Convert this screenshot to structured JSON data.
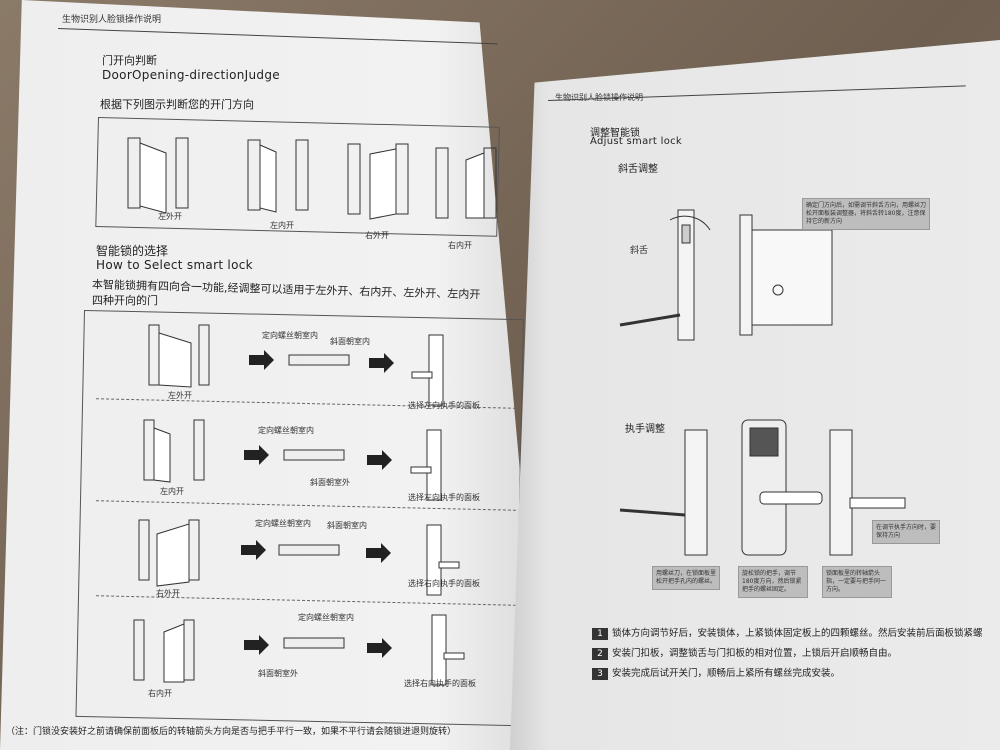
{
  "left": {
    "header": "生物识别人脸锁操作说明",
    "sec1_zh": "门开向判断",
    "sec1_en": "DoorOpening-directionJudge",
    "sec1_desc": "根据下列图示判断您的开门方向",
    "door_labels": [
      "左外开",
      "左内开",
      "右外开",
      "右内开"
    ],
    "sec2_zh": "智能锁的选择",
    "sec2_en": "How to Select smart lock",
    "sec2_desc1": "本智能锁拥有四向合一功能,经调整可以适用于左外开、右内开、左外开、左内开",
    "sec2_desc2": "四种开向的门",
    "rows": [
      {
        "door": "左外开",
        "screw1": "定向螺丝朝室内",
        "screw2": "斜面朝室内",
        "handle": "选择左向执手的面板"
      },
      {
        "door": "左内开",
        "screw1": "定向螺丝朝室内",
        "screw2": "斜面朝室外",
        "handle": "选择左向执手的面板"
      },
      {
        "door": "右外开",
        "screw1": "定向螺丝朝室内",
        "screw2": "斜面朝室内",
        "handle": "选择右向执手的面板"
      },
      {
        "door": "右内开",
        "screw1": "定向螺丝朝室内",
        "screw2": "斜面朝室外",
        "handle": "选择右向执手的面板"
      }
    ],
    "footnote": "（注：门锁没安装好之前请确保前面板后的转轴箭头方向是否与把手平行一致，如果不平行请会随锁进退则旋转）"
  },
  "right": {
    "header": "生物识别人脸锁操作说明",
    "sec_zh": "调整智能锁",
    "sec_en": "Adjust smart lock",
    "bevel_title": "斜舌调整",
    "bevel_label": "斜舌",
    "bevel_callout": "确定门方向后，如需调节斜舌方向，用螺丝刀松开面板装调整器，将斜舌转180度，注意保持它的新方向",
    "handle_title": "执手调整",
    "handle_callout1": "用螺丝刀，在锁面板里松开把手孔内的螺丝。",
    "handle_callout2": "旋松锁的把手，调节180度方向，然后锁紧把手的螺丝固定。",
    "handle_callout3": "锁面板里的转轴箭头指，一定要与把手同一方向。",
    "handle_callout4": "在调节执手方向时，要保持方向",
    "steps": [
      {
        "num": "1",
        "text": "锁体方向调节好后，安装锁体，上紧锁体固定板上的四颗螺丝。然后安装前后面板锁紧螺"
      },
      {
        "num": "2",
        "text": "安装门扣板，调整锁舌与门扣板的相对位置，上锁后开启顺畅自由。"
      },
      {
        "num": "3",
        "text": "安装完成后试开关门，顺畅后上紧所有螺丝完成安装。"
      }
    ]
  }
}
